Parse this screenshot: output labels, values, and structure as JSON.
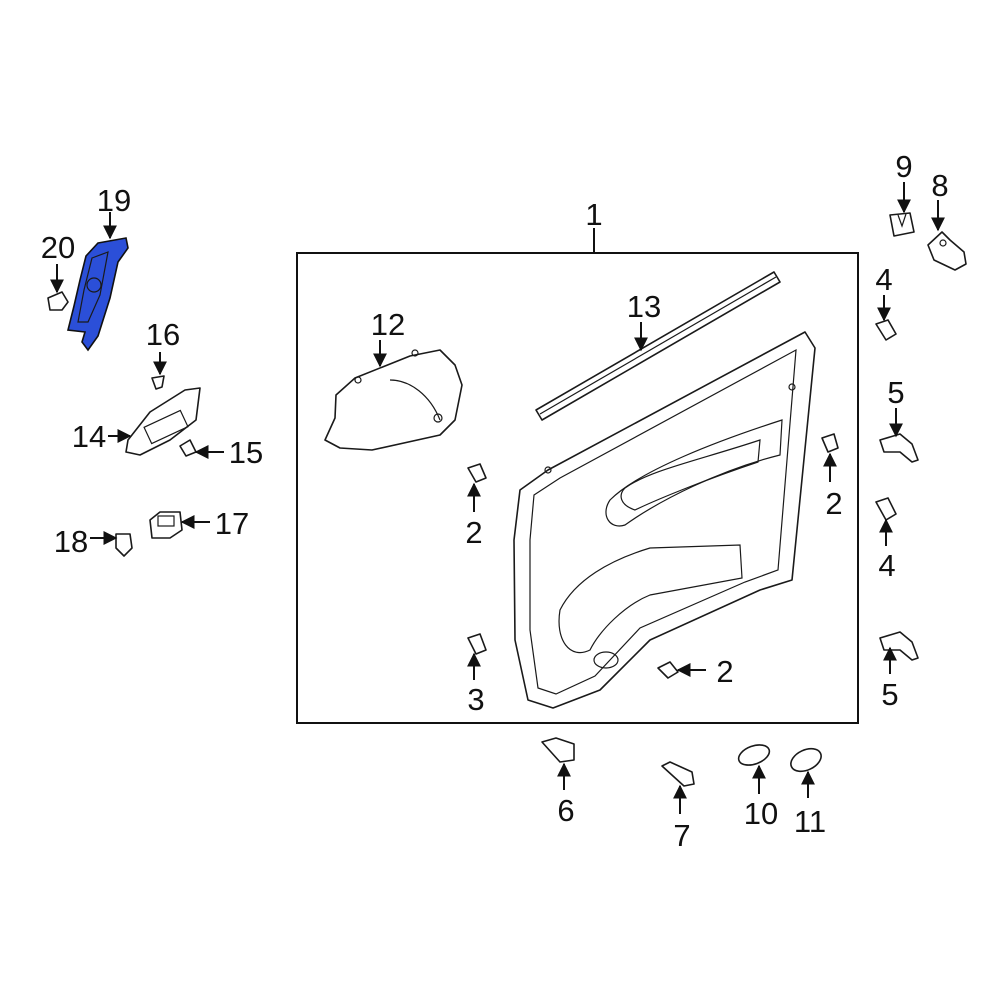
{
  "diagram": {
    "highlight_color": "#2b4fd8",
    "line_color": "#111111",
    "highlighted_part": "19",
    "callouts": {
      "c1": "1",
      "c2a": "2",
      "c2b": "2",
      "c2c": "2",
      "c3": "3",
      "c4a": "4",
      "c4b": "4",
      "c5a": "5",
      "c5b": "5",
      "c6": "6",
      "c7": "7",
      "c8": "8",
      "c9": "9",
      "c10": "10",
      "c11": "11",
      "c12": "12",
      "c13": "13",
      "c14": "14",
      "c15": "15",
      "c16": "16",
      "c17": "17",
      "c18": "18",
      "c19": "19",
      "c20": "20"
    }
  }
}
